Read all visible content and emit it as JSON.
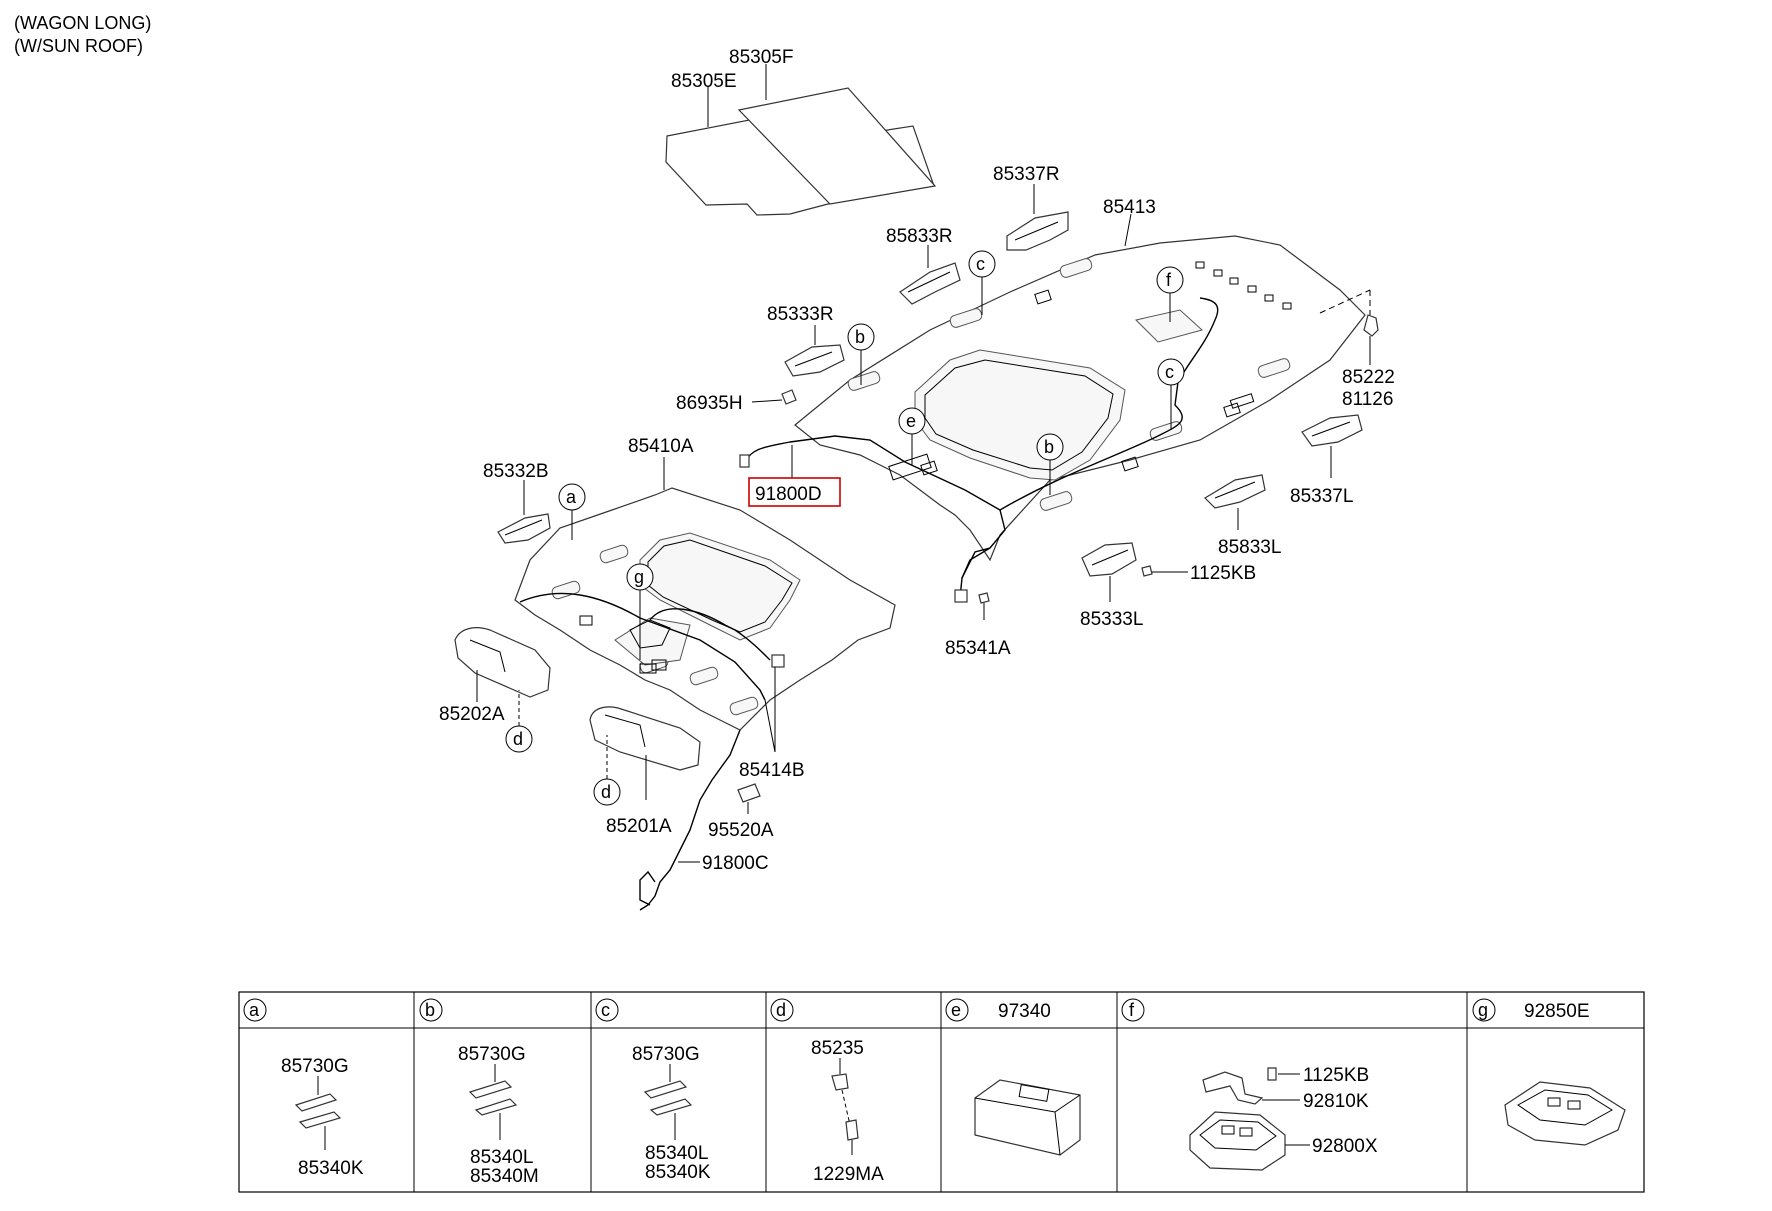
{
  "header": {
    "line1": "(WAGON LONG)",
    "line2": "(W/SUN ROOF)"
  },
  "callouts": {
    "p85305F": "85305F",
    "p85305E": "85305E",
    "p85337R": "85337R",
    "p85413": "85413",
    "p85833R": "85833R",
    "p85333R": "85333R",
    "p86935H": "86935H",
    "p85222": "85222",
    "p81126": "81126",
    "p85410A": "85410A",
    "p91800D": "91800D",
    "p85332B": "85332B",
    "p85337L": "85337L",
    "p85833L": "85833L",
    "p1125KB": "1125KB",
    "p85333L": "85333L",
    "p85341A": "85341A",
    "p85202A": "85202A",
    "p85414B": "85414B",
    "p85201A": "85201A",
    "p95520A": "95520A",
    "p91800C": "91800C"
  },
  "highlight_color": "#cc0000",
  "markers": {
    "a": "a",
    "b": "b",
    "c": "c",
    "d": "d",
    "e": "e",
    "f": "f",
    "g": "g"
  },
  "legend": {
    "a": {
      "letter": "a",
      "header": "",
      "parts": [
        "85730G",
        "85340K"
      ]
    },
    "b": {
      "letter": "b",
      "header": "",
      "parts": [
        "85730G",
        "85340L",
        "85340M"
      ]
    },
    "c": {
      "letter": "c",
      "header": "",
      "parts": [
        "85730G",
        "85340L",
        "85340K"
      ]
    },
    "d": {
      "letter": "d",
      "header": "",
      "parts": [
        "85235",
        "1229MA"
      ]
    },
    "e": {
      "letter": "e",
      "header": "97340",
      "parts": []
    },
    "f": {
      "letter": "f",
      "header": "",
      "parts": [
        "1125KB",
        "92810K",
        "92800X"
      ]
    },
    "g": {
      "letter": "g",
      "header": "92850E",
      "parts": []
    }
  }
}
